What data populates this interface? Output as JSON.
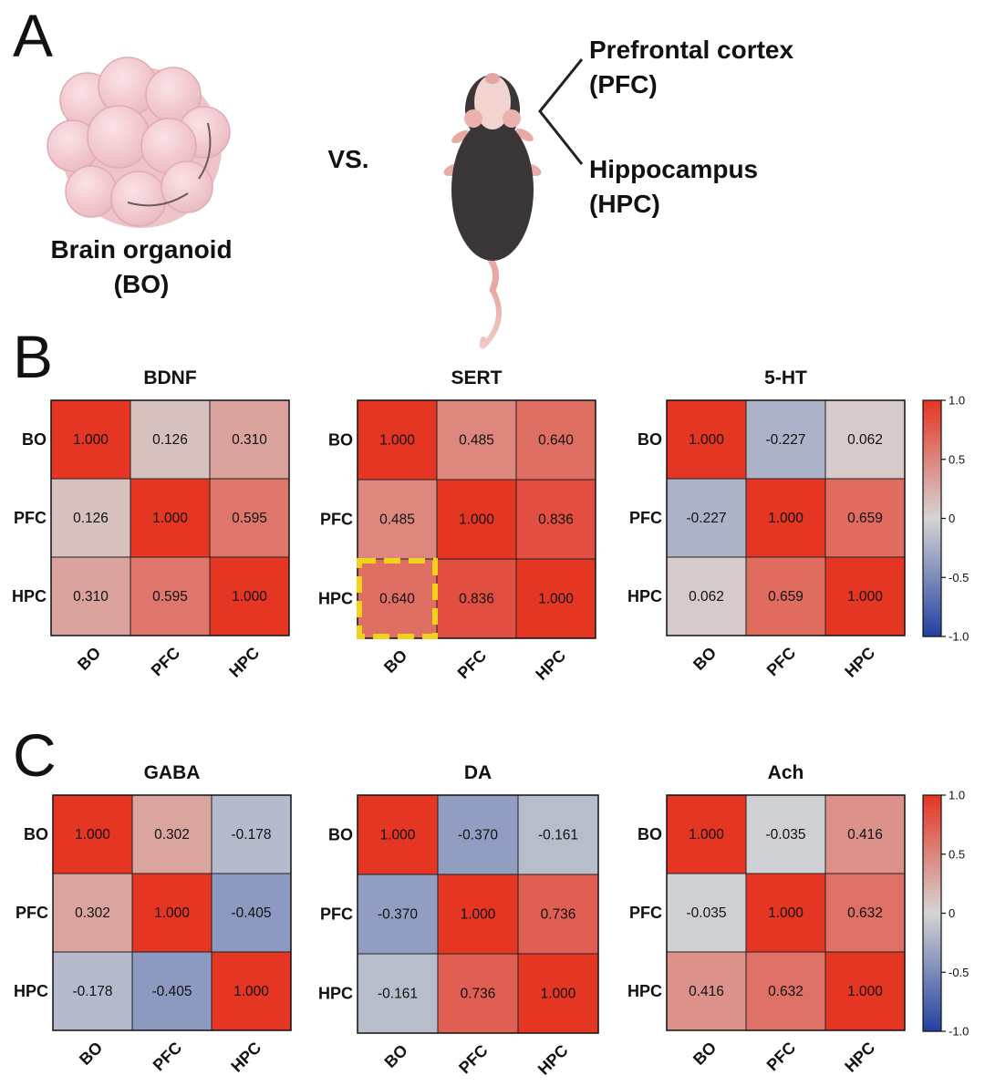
{
  "panel_a": {
    "letter": "A",
    "organoid_label_line1": "Brain organoid",
    "organoid_label_line2": "(BO)",
    "vs": "VS.",
    "region1_line1": "Prefrontal cortex",
    "region1_line2": "(PFC)",
    "region2_line1": "Hippocampus",
    "region2_line2": "(HPC)"
  },
  "panel_b_letter": "B",
  "panel_c_letter": "C",
  "colors": {
    "max": "#e53523",
    "mid": "#d5d5d5",
    "min": "#2140a0",
    "highlight": "#f2d21d"
  },
  "chart_data": [
    {
      "type": "heatmap",
      "panel": "B",
      "title": "BDNF",
      "rows": [
        "BO",
        "PFC",
        "HPC"
      ],
      "cols": [
        "BO",
        "PFC",
        "HPC"
      ],
      "values": [
        [
          1.0,
          0.126,
          0.31
        ],
        [
          0.126,
          1.0,
          0.595
        ],
        [
          0.31,
          0.595,
          1.0
        ]
      ],
      "labels": [
        [
          "1.000",
          "0.126",
          "0.310"
        ],
        [
          "0.126",
          "1.000",
          "0.595"
        ],
        [
          "0.310",
          "0.595",
          "1.000"
        ]
      ]
    },
    {
      "type": "heatmap",
      "panel": "B",
      "title": "SERT",
      "rows": [
        "BO",
        "PFC",
        "HPC"
      ],
      "cols": [
        "BO",
        "PFC",
        "HPC"
      ],
      "values": [
        [
          1.0,
          0.485,
          0.64
        ],
        [
          0.485,
          1.0,
          0.836
        ],
        [
          0.64,
          0.836,
          1.0
        ]
      ],
      "labels": [
        [
          "1.000",
          "0.485",
          "0.640"
        ],
        [
          "0.485",
          "1.000",
          "0.836"
        ],
        [
          "0.640",
          "0.836",
          "1.000"
        ]
      ],
      "highlight_cell": [
        2,
        0
      ]
    },
    {
      "type": "heatmap",
      "panel": "B",
      "title": "5-HT",
      "rows": [
        "BO",
        "PFC",
        "HPC"
      ],
      "cols": [
        "BO",
        "PFC",
        "HPC"
      ],
      "values": [
        [
          1.0,
          -0.227,
          0.062
        ],
        [
          -0.227,
          1.0,
          0.659
        ],
        [
          0.062,
          0.659,
          1.0
        ]
      ],
      "labels": [
        [
          "1.000",
          "-0.227",
          "0.062"
        ],
        [
          "-0.227",
          "1.000",
          "0.659"
        ],
        [
          "0.062",
          "0.659",
          "1.000"
        ]
      ]
    },
    {
      "type": "heatmap",
      "panel": "C",
      "title": "GABA",
      "rows": [
        "BO",
        "PFC",
        "HPC"
      ],
      "cols": [
        "BO",
        "PFC",
        "HPC"
      ],
      "values": [
        [
          1.0,
          0.302,
          -0.178
        ],
        [
          0.302,
          1.0,
          -0.405
        ],
        [
          -0.178,
          -0.405,
          1.0
        ]
      ],
      "labels": [
        [
          "1.000",
          "0.302",
          "-0.178"
        ],
        [
          "0.302",
          "1.000",
          "-0.405"
        ],
        [
          "-0.178",
          "-0.405",
          "1.000"
        ]
      ]
    },
    {
      "type": "heatmap",
      "panel": "C",
      "title": "DA",
      "rows": [
        "BO",
        "PFC",
        "HPC"
      ],
      "cols": [
        "BO",
        "PFC",
        "HPC"
      ],
      "values": [
        [
          1.0,
          -0.37,
          -0.161
        ],
        [
          -0.37,
          1.0,
          0.736
        ],
        [
          -0.161,
          0.736,
          1.0
        ]
      ],
      "labels": [
        [
          "1.000",
          "-0.370",
          "-0.161"
        ],
        [
          "-0.370",
          "1.000",
          "0.736"
        ],
        [
          "-0.161",
          "0.736",
          "1.000"
        ]
      ]
    },
    {
      "type": "heatmap",
      "panel": "C",
      "title": "Ach",
      "rows": [
        "BO",
        "PFC",
        "HPC"
      ],
      "cols": [
        "BO",
        "PFC",
        "HPC"
      ],
      "values": [
        [
          1.0,
          -0.035,
          0.416
        ],
        [
          -0.035,
          1.0,
          0.632
        ],
        [
          0.416,
          0.632,
          1.0
        ]
      ],
      "labels": [
        [
          "1.000",
          "-0.035",
          "0.416"
        ],
        [
          "-0.035",
          "1.000",
          "0.632"
        ],
        [
          "0.416",
          "0.632",
          "1.000"
        ]
      ]
    }
  ],
  "colorbar": {
    "range": [
      -1.0,
      1.0
    ],
    "ticks": [
      1.0,
      0.5,
      0,
      -0.5,
      -1.0
    ],
    "tick_labels": [
      "1.0",
      "0.5",
      "0",
      "-0.5",
      "-1.0"
    ]
  }
}
